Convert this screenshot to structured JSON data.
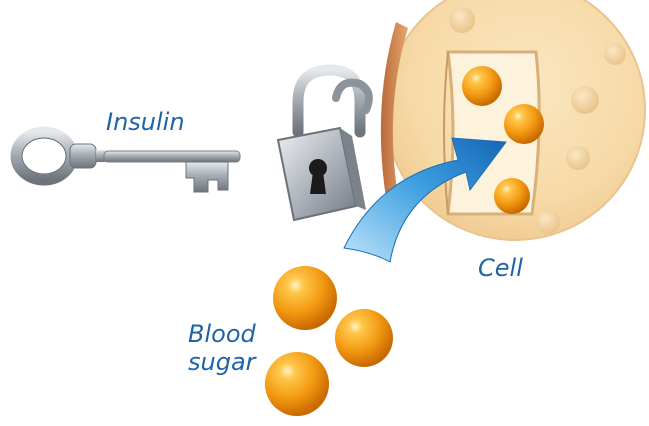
{
  "labels": {
    "insulin": "Insulin",
    "cell": "Cell",
    "blood_sugar_line1": "Blood",
    "blood_sugar_line2": "sugar"
  },
  "icons": {
    "key": "key-icon",
    "padlock": "padlock-icon",
    "cell": "cell-illustration",
    "arrow": "curved-arrow-icon",
    "glucose": "glucose-ball-icon"
  },
  "colors": {
    "label_text": "#1f63a8",
    "glucose": "#f39a12",
    "cell_fill": "#f7ddb0",
    "arrow": "#2a8fd8",
    "metal": "#9aa0a8"
  }
}
